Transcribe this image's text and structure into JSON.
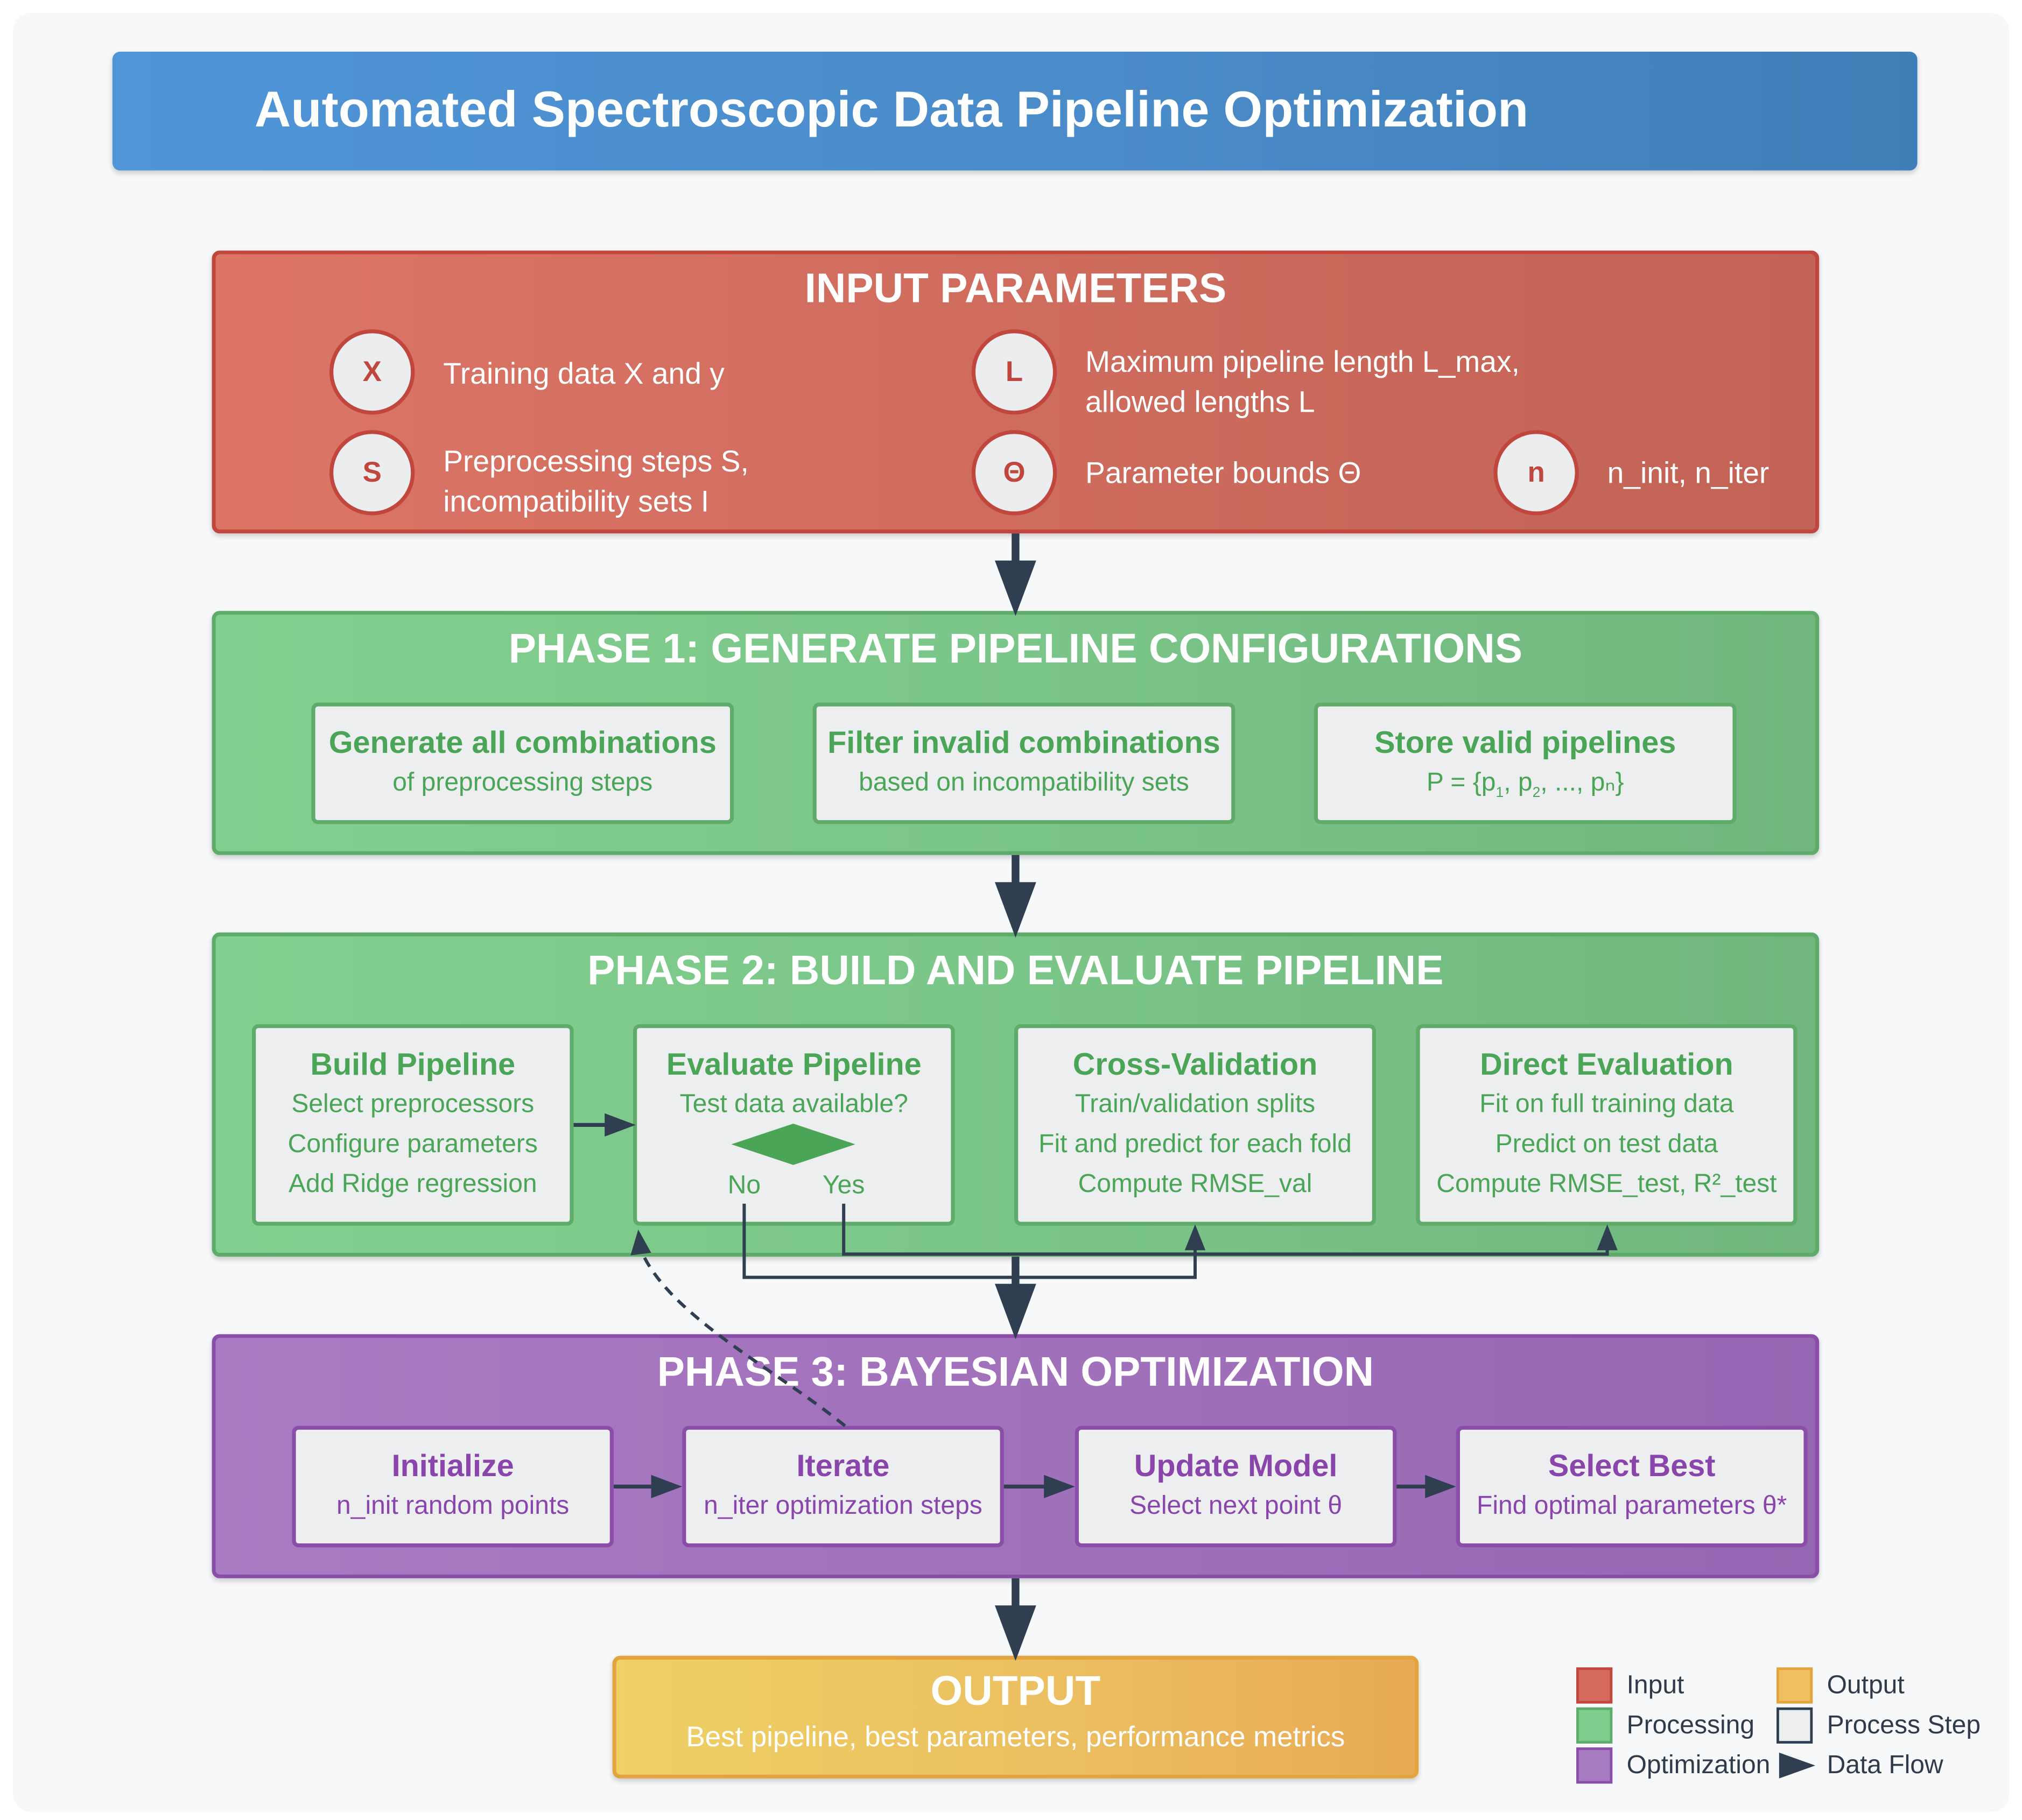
{
  "title": "Automated Spectroscopic Data Pipeline Optimization",
  "input": {
    "title": "INPUT PARAMETERS",
    "params": [
      {
        "symbol": "X",
        "line1": "Training data X and y",
        "line2": ""
      },
      {
        "symbol": "L",
        "line1": "Maximum pipeline length L_max,",
        "line2": "allowed lengths L"
      },
      {
        "symbol": "S",
        "line1": "Preprocessing steps S,",
        "line2": "incompatibility sets I"
      },
      {
        "symbol": "Θ",
        "line1": "Parameter bounds Θ",
        "line2": ""
      },
      {
        "symbol": "n",
        "line1": "n_init, n_iter",
        "line2": ""
      }
    ]
  },
  "phase1": {
    "title": "PHASE 1: GENERATE PIPELINE CONFIGURATIONS",
    "steps": [
      {
        "heading": "Generate all combinations",
        "line": "of preprocessing steps"
      },
      {
        "heading": "Filter invalid combinations",
        "line": "based on incompatibility sets"
      },
      {
        "heading": "Store valid pipelines",
        "line_prefix": "P = {p",
        "s1": "1",
        "mid1": ", p",
        "s2": "2",
        "line_suffix": ", ..., pₙ}"
      }
    ]
  },
  "phase2": {
    "title": "PHASE 2: BUILD AND EVALUATE PIPELINE",
    "build": {
      "heading": "Build Pipeline",
      "lines": [
        "Select preprocessors",
        "Configure parameters",
        "Add Ridge regression"
      ]
    },
    "evaluate": {
      "heading": "Evaluate Pipeline",
      "question": "Test data available?",
      "no": "No",
      "yes": "Yes"
    },
    "cv": {
      "heading": "Cross-Validation",
      "lines": [
        "Train/validation splits",
        "Fit and predict for each fold",
        "Compute RMSE_val"
      ]
    },
    "direct": {
      "heading": "Direct Evaluation",
      "lines": [
        "Fit on full training data",
        "Predict on test data",
        "Compute RMSE_test, R²_test"
      ]
    }
  },
  "phase3": {
    "title": "PHASE 3: BAYESIAN OPTIMIZATION",
    "steps": [
      {
        "heading": "Initialize",
        "line": "n_init random points"
      },
      {
        "heading": "Iterate",
        "line": "n_iter optimization steps"
      },
      {
        "heading": "Update Model",
        "line": "Select next point θ"
      },
      {
        "heading": "Select Best",
        "line": "Find optimal parameters θ*"
      }
    ]
  },
  "output": {
    "title": "OUTPUT",
    "line": "Best pipeline, best parameters, performance metrics"
  },
  "legend": [
    {
      "label": "Input",
      "color": "#d76a5f"
    },
    {
      "label": "Output",
      "color": "#f0c060"
    },
    {
      "label": "Processing",
      "color": "#7fcd8c"
    },
    {
      "label": "Process Step",
      "color": "#eceeef"
    },
    {
      "label": "Optimization",
      "color": "#a77bc2"
    },
    {
      "label": "Data Flow",
      "color": "#2f3e50"
    }
  ],
  "colors": {
    "arrow": "#2f3e50",
    "input_border": "#c0463e",
    "processing_border": "#5fab69",
    "optimization_border": "#8a4ea8",
    "output_border": "#e3a33e",
    "decision": "#4aa556"
  }
}
